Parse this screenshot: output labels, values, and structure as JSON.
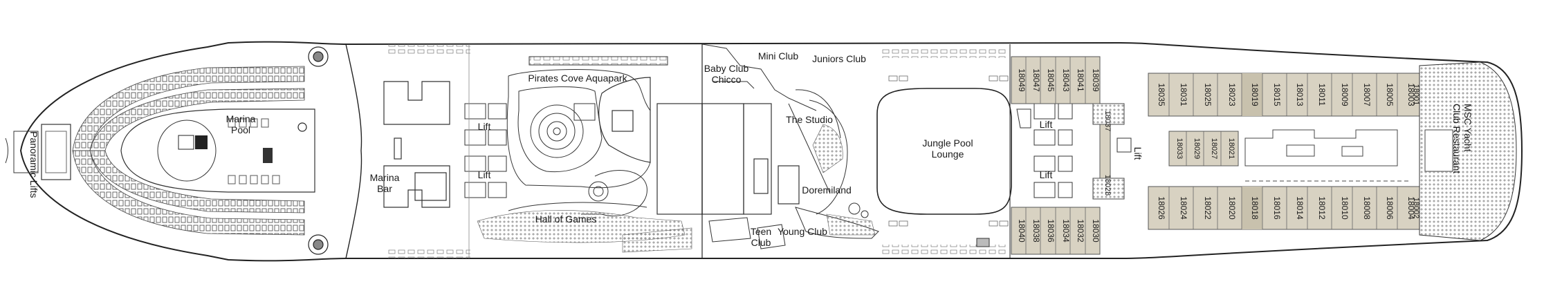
{
  "title": "",
  "labels": {
    "panoramic_lifts": "Panoramic Lifts",
    "marina_pool": "Marina Pool",
    "marina_bar": "Marina Bar",
    "lift": "Lift",
    "pirates_cove": "Pirates Cove Aquapark",
    "hall_of_games": "Hall of Games",
    "baby_club": "Baby Club Chicco",
    "mini_club": "Mini Club",
    "juniors_club": "Juniors Club",
    "the_studio": "The Studio",
    "doremiland": "Doremiland",
    "teen_club": "Teen Club",
    "young_club": "Young Club",
    "jungle_pool": "Jungle Pool Lounge",
    "yacht_club": "MSC Yacht Club Restaurant"
  },
  "cabins": {
    "top_vertical": [
      "18049",
      "18047",
      "18045",
      "18043",
      "18041",
      "18039"
    ],
    "bottom_vertical": [
      "18040",
      "18038",
      "18036",
      "18034",
      "18032",
      "18030"
    ],
    "mid_vertical": [
      "18037",
      "18028"
    ],
    "upper_row": [
      "18035",
      "18031",
      "18025",
      "18023",
      "18019",
      "18015",
      "18013",
      "18011",
      "18009",
      "18007",
      "18005",
      "18003",
      "18001"
    ],
    "lower_row": [
      "18026",
      "18024",
      "18022",
      "18020",
      "18018",
      "18016",
      "18014",
      "18012",
      "18010",
      "18008",
      "18006",
      "18004",
      "18002"
    ],
    "inner_row": [
      "18033",
      "18029",
      "18027",
      "18021"
    ]
  }
}
